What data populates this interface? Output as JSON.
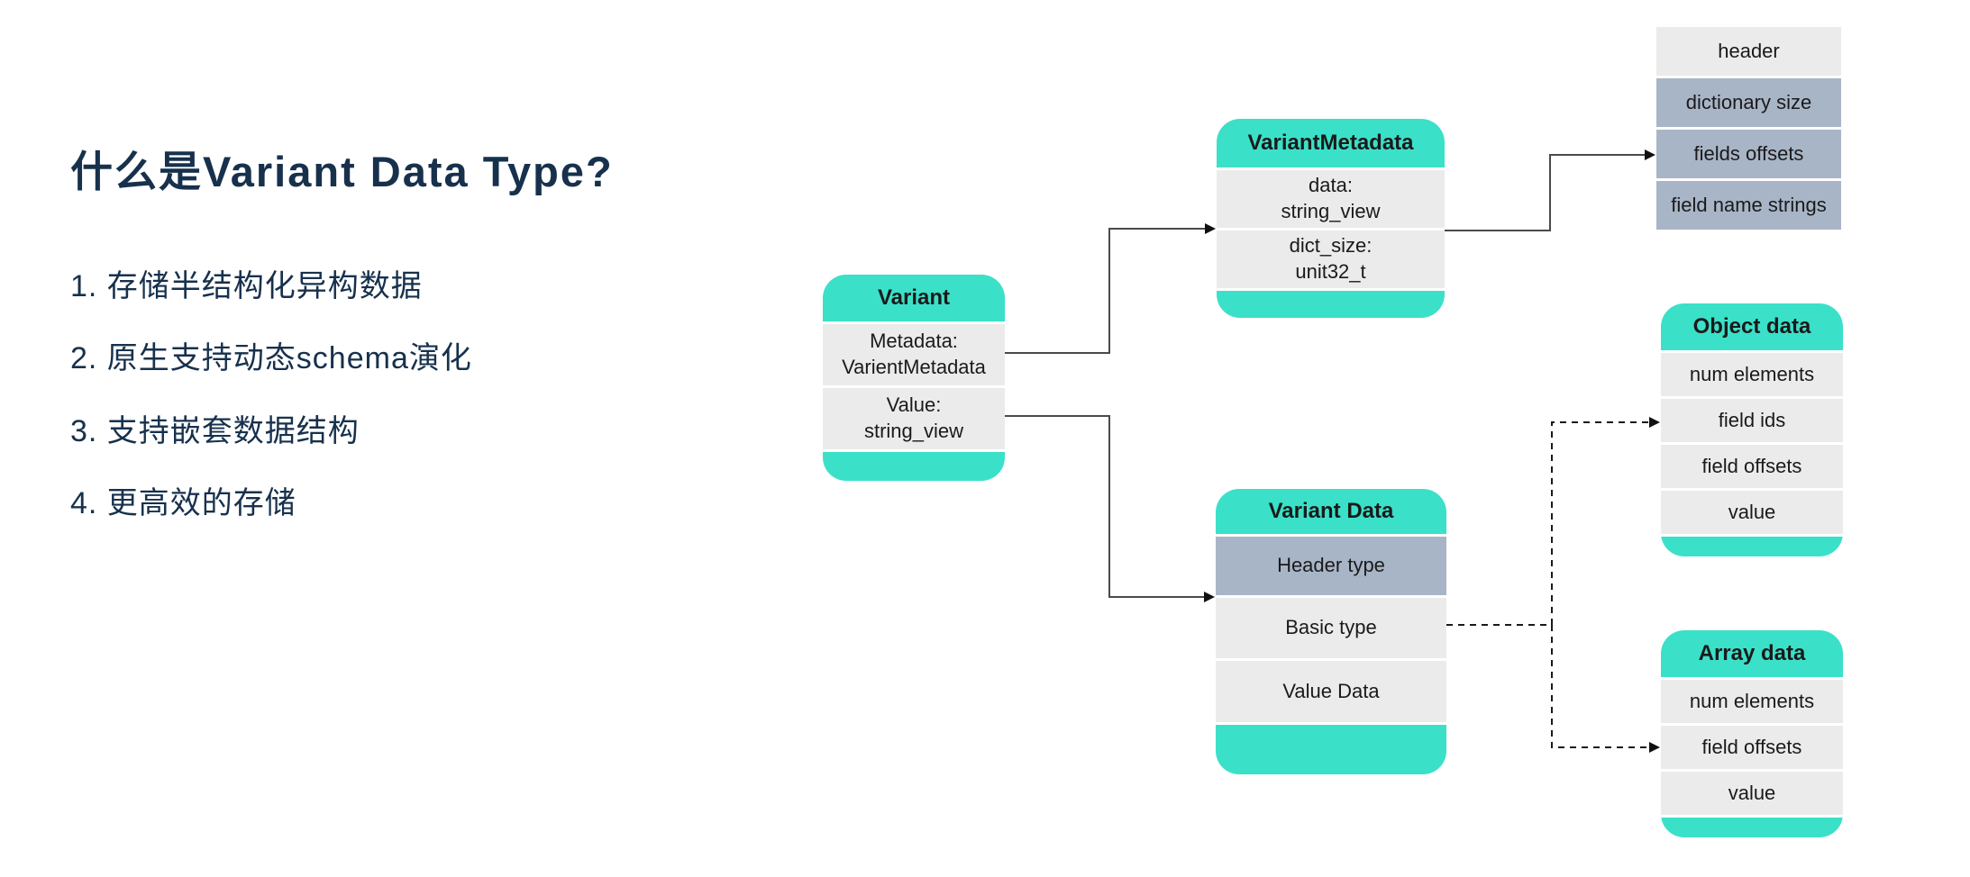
{
  "slide": {
    "title": "什么是Variant Data Type?",
    "bullets": [
      "1. 存储半结构化异构数据",
      "2. 原生支持动态schema演化",
      "3. 支持嵌套数据结构",
      "4. 更高效的存储"
    ]
  },
  "colors": {
    "teal": "#3BE0C8",
    "light_row": "#EBEBEB",
    "blue_row": "#A8B5C7",
    "title_text": "#17314D",
    "box_text": "#1A1A1A",
    "solid_line": "#4A4A4A",
    "dashed_line": "#1A1A1A"
  },
  "diagram": {
    "variant_box": {
      "title": "Variant",
      "row_metadata": {
        "line1": "Metadata:",
        "line2": "VarientMetadata"
      },
      "row_value": {
        "line1": "Value:",
        "line2": "string_view"
      }
    },
    "variant_metadata_box": {
      "title": "VariantMetadata",
      "row_data": {
        "line1": "data:",
        "line2": "string_view"
      },
      "row_dict_size": {
        "line1": "dict_size:",
        "line2": "unit32_t"
      }
    },
    "metadata_bytes_box": {
      "rows": [
        "header",
        "dictionary size",
        "fields offsets",
        "field name strings"
      ]
    },
    "variant_data_box": {
      "title": "Variant Data",
      "rows": [
        "Header type",
        "Basic type",
        "Value Data"
      ]
    },
    "object_data_box": {
      "title": "Object data",
      "rows": [
        "num elements",
        "field ids",
        "field offsets",
        "value"
      ]
    },
    "array_data_box": {
      "title": "Array data",
      "rows": [
        "num elements",
        "field offsets",
        "value"
      ]
    }
  }
}
